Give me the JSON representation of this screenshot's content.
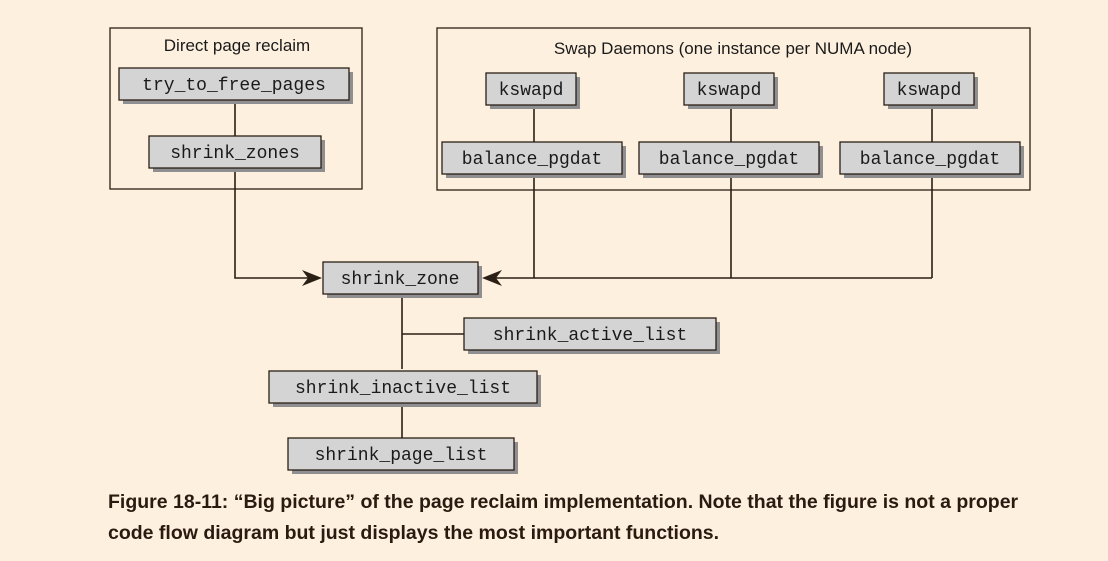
{
  "diagram": {
    "groups": {
      "direct": {
        "title": "Direct page reclaim"
      },
      "swap": {
        "title": "Swap Daemons (one instance per NUMA node)"
      }
    },
    "nodes": {
      "try_to_free_pages": "try_to_free_pages",
      "shrink_zones": "shrink_zones",
      "kswapd_1": "kswapd",
      "kswapd_2": "kswapd",
      "kswapd_3": "kswapd",
      "balance_pgdat_1": "balance_pgdat",
      "balance_pgdat_2": "balance_pgdat",
      "balance_pgdat_3": "balance_pgdat",
      "shrink_zone": "shrink_zone",
      "shrink_active_list": "shrink_active_list",
      "shrink_inactive_list": "shrink_inactive_list",
      "shrink_page_list": "shrink_page_list"
    }
  },
  "caption": {
    "text": "Figure 18-11: “Big picture” of the page reclaim implementation. Note that the figure is not a proper code flow diagram but just displays the most important functions."
  },
  "colors": {
    "background": "#fdf0df",
    "box_fill": "#d4d4d5",
    "box_shadow": "#8f8f92",
    "line": "#2a1f14",
    "caption_text": "#2a1a10"
  }
}
